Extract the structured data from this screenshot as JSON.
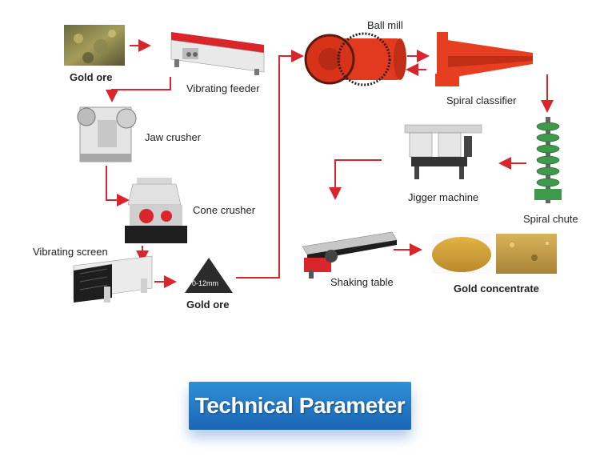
{
  "labels": {
    "gold_ore_top": "Gold ore",
    "vibrating_feeder": "Vibrating feeder",
    "jaw_crusher": "Jaw crusher",
    "cone_crusher": "Cone crusher",
    "vibrating_screen": "Vibrating screen",
    "gold_ore_pile": "Gold ore",
    "pile_size": "0-12mm",
    "ball_mill": "Ball mill",
    "spiral_classifier": "Spiral classifier",
    "spiral_chute": "Spiral chute",
    "jigger_machine": "Jigger machine",
    "shaking_table": "Shaking table",
    "gold_concentrate": "Gold concentrate"
  },
  "banner": {
    "title": "Technical Parameter"
  },
  "colors": {
    "arrow": "#d9262c",
    "accent": "#e23a1f",
    "banner": "#1f6fbf"
  }
}
